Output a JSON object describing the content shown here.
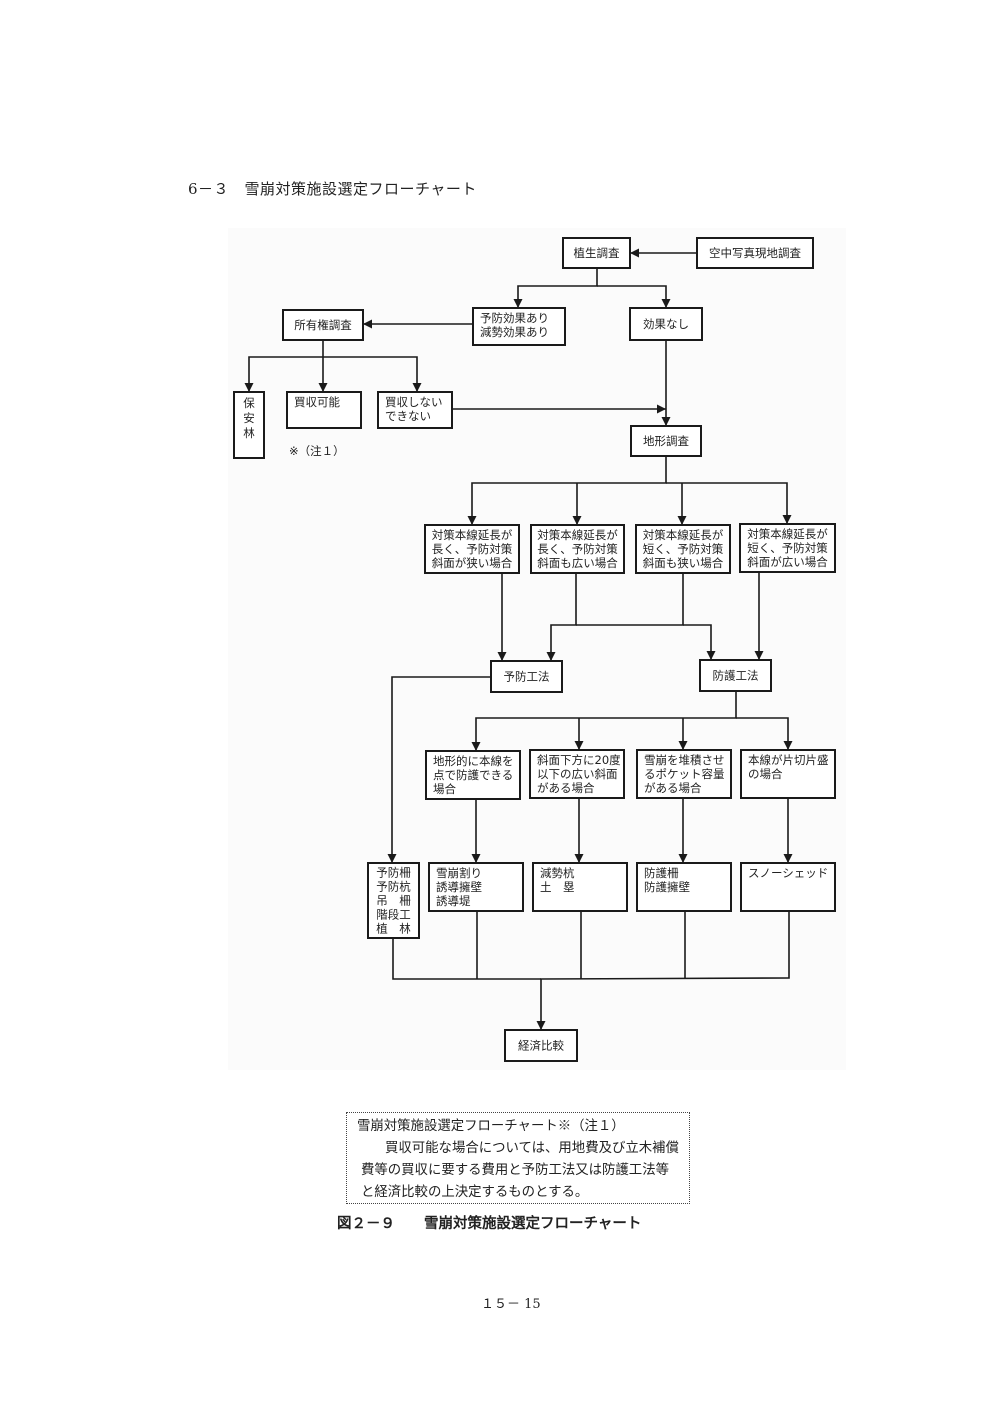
{
  "section_title": "6－３　雪崩対策施設選定フローチャート",
  "flowchart": {
    "nodes": [
      {
        "id": "shokusei",
        "lines": [
          "植生調査"
        ]
      },
      {
        "id": "kuchu",
        "lines": [
          "空中写真現地調査"
        ]
      },
      {
        "id": "koka-ari",
        "lines": [
          "予防効果あり",
          "減勢効果あり"
        ]
      },
      {
        "id": "koka-nashi",
        "lines": [
          "効果なし"
        ]
      },
      {
        "id": "shoyuken",
        "lines": [
          "所有権調査"
        ]
      },
      {
        "id": "hoanrin",
        "lines": [
          "保",
          "安",
          "林"
        ],
        "vertical": true
      },
      {
        "id": "baishu-kano",
        "lines": [
          "買収可能"
        ]
      },
      {
        "id": "baishu-shinai",
        "lines": [
          "買収しない",
          "できない"
        ]
      },
      {
        "id": "chikei",
        "lines": [
          "地形調査"
        ]
      },
      {
        "id": "case1",
        "lines": [
          "対策本線延長が",
          "長く、予防対策",
          "斜面が狭い場合"
        ]
      },
      {
        "id": "case2",
        "lines": [
          "対策本線延長が",
          "長く、予防対策",
          "斜面も広い場合"
        ]
      },
      {
        "id": "case3",
        "lines": [
          "対策本線延長が",
          "短く、予防対策",
          "斜面も狭い場合"
        ]
      },
      {
        "id": "case4",
        "lines": [
          "対策本線延長が",
          "短く、予防対策",
          "斜面が広い場合"
        ]
      },
      {
        "id": "yobo",
        "lines": [
          "予防工法"
        ]
      },
      {
        "id": "bogo",
        "lines": [
          "防護工法"
        ]
      },
      {
        "id": "cond1",
        "lines": [
          "地形的に本線を",
          "点で防護できる",
          "場合"
        ]
      },
      {
        "id": "cond2",
        "lines": [
          "斜面下方に20度",
          "以下の広い斜面",
          "がある場合"
        ]
      },
      {
        "id": "cond3",
        "lines": [
          "雪崩を堆積させ",
          "るポケット容量",
          "がある場合"
        ]
      },
      {
        "id": "cond4",
        "lines": [
          "本線が片切片盛",
          "の場合"
        ]
      },
      {
        "id": "yobo-facilities",
        "lines": [
          "予防柵",
          "予防杭",
          "吊　柵",
          "階段工",
          "植　林"
        ]
      },
      {
        "id": "fac1",
        "lines": [
          "雪崩割り",
          "誘導擁壁",
          "誘導堤"
        ]
      },
      {
        "id": "fac2",
        "lines": [
          "減勢杭",
          "土　塁"
        ]
      },
      {
        "id": "fac3",
        "lines": [
          "防護柵",
          "防護擁壁"
        ]
      },
      {
        "id": "fac4",
        "lines": [
          "スノーシェッド"
        ]
      },
      {
        "id": "keizai",
        "lines": [
          "経済比較"
        ]
      }
    ],
    "edges": [
      {
        "from": "kuchu",
        "to": "shokusei"
      },
      {
        "from": "shokusei",
        "to": "koka-ari"
      },
      {
        "from": "shokusei",
        "to": "koka-nashi"
      },
      {
        "from": "koka-ari",
        "to": "shoyuken"
      },
      {
        "from": "shoyuken",
        "to": "hoanrin"
      },
      {
        "from": "shoyuken",
        "to": "baishu-kano"
      },
      {
        "from": "shoyuken",
        "to": "baishu-shinai"
      },
      {
        "from": "baishu-shinai",
        "to": "chikei"
      },
      {
        "from": "koka-nashi",
        "to": "chikei"
      },
      {
        "from": "chikei",
        "to": "case1"
      },
      {
        "from": "chikei",
        "to": "case2"
      },
      {
        "from": "chikei",
        "to": "case3"
      },
      {
        "from": "chikei",
        "to": "case4"
      },
      {
        "from": "case1",
        "to": "yobo"
      },
      {
        "from": "case2",
        "to": "yobo"
      },
      {
        "from": "case3",
        "to": "yobo"
      },
      {
        "from": "case2",
        "to": "bogo"
      },
      {
        "from": "case3",
        "to": "bogo"
      },
      {
        "from": "case4",
        "to": "bogo"
      },
      {
        "from": "yobo",
        "to": "yobo-facilities"
      },
      {
        "from": "bogo",
        "to": "cond1"
      },
      {
        "from": "bogo",
        "to": "cond2"
      },
      {
        "from": "bogo",
        "to": "cond3"
      },
      {
        "from": "bogo",
        "to": "cond4"
      },
      {
        "from": "cond1",
        "to": "fac1"
      },
      {
        "from": "cond2",
        "to": "fac2"
      },
      {
        "from": "cond3",
        "to": "fac3"
      },
      {
        "from": "cond4",
        "to": "fac4"
      },
      {
        "from": "yobo-facilities",
        "to": "keizai"
      },
      {
        "from": "fac1",
        "to": "keizai"
      },
      {
        "from": "fac2",
        "to": "keizai"
      },
      {
        "from": "fac3",
        "to": "keizai"
      },
      {
        "from": "fac4",
        "to": "keizai"
      }
    ]
  },
  "note_mark": "※（注１）",
  "note_box": {
    "title": "雪崩対策施設選定フローチャート※（注１）",
    "lines": [
      "買収可能な場合については、用地費及び立木補償",
      "費等の買収に要する費用と予防工法又は防護工法等",
      "と経済比較の上決定するものとする。"
    ]
  },
  "caption": "図２－９　　雪崩対策施設選定フローチャート",
  "page_number": "１５－ 15"
}
